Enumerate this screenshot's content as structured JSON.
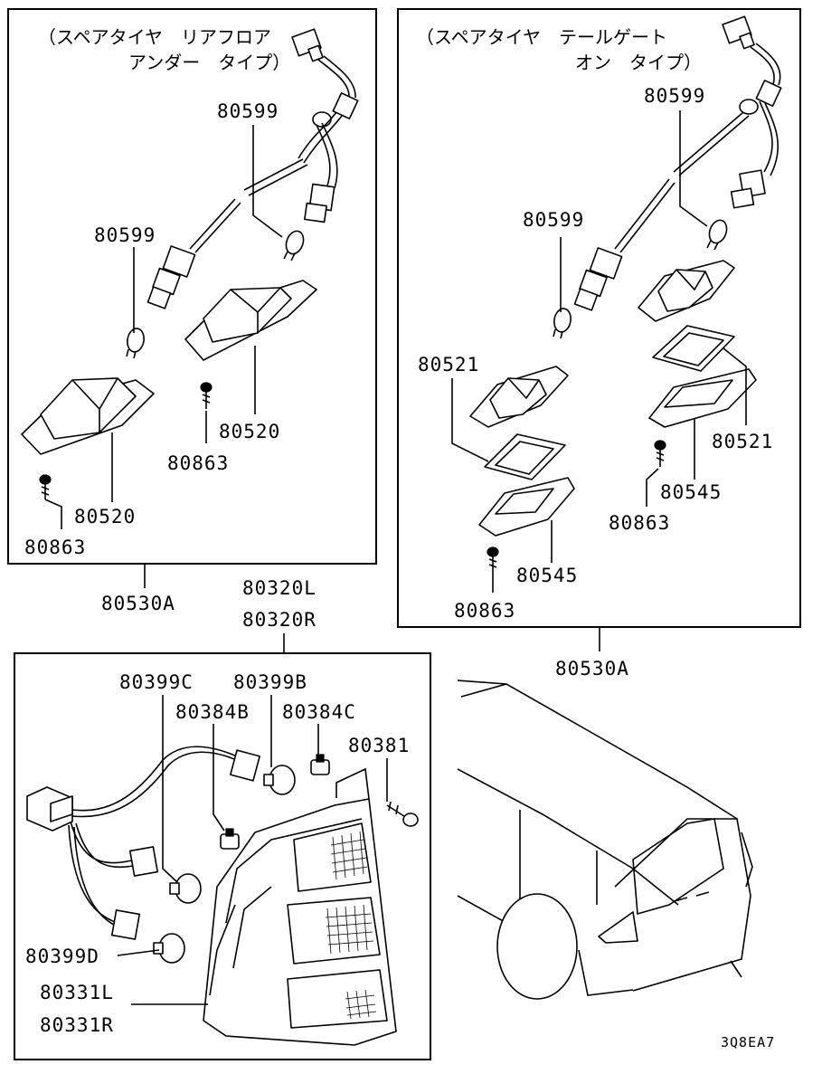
{
  "panel_left": {
    "note_line1": "（スペアタイヤ　リアフロア",
    "note_line2": "アンダー　タイプ）",
    "labels": [
      "80599",
      "80599",
      "80520",
      "80863",
      "80520",
      "80863"
    ],
    "assembly": "80530A"
  },
  "panel_right": {
    "note_line1": "（スペアタイヤ　テールゲート",
    "note_line2": "オン　タイプ）",
    "labels": [
      "80599",
      "80599",
      "80521",
      "80521",
      "80545",
      "80863",
      "80545",
      "80863"
    ],
    "assembly": "80530A"
  },
  "panel_bottom": {
    "assembly_l": "80320L",
    "assembly_r": "80320R",
    "labels": [
      "80399C",
      "80399B",
      "80384B",
      "80384C",
      "80381",
      "80399D",
      "80331L",
      "80331R"
    ]
  },
  "diagram_code": "3Q8EA7"
}
